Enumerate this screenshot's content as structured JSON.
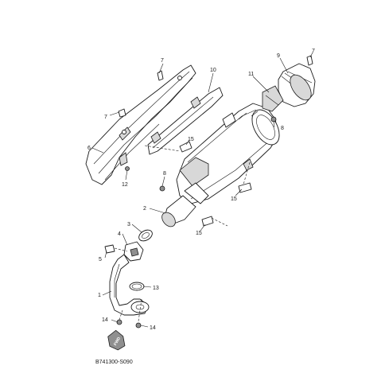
{
  "diagram": {
    "code": "B741300-S090",
    "arrow_label": "FWD",
    "callouts": [
      {
        "id": "c7a",
        "label": "7"
      },
      {
        "id": "c7b",
        "label": "7"
      },
      {
        "id": "c7c",
        "label": "7"
      },
      {
        "id": "c9",
        "label": "9"
      },
      {
        "id": "c10",
        "label": "10"
      },
      {
        "id": "c11",
        "label": "11"
      },
      {
        "id": "c6",
        "label": "6"
      },
      {
        "id": "c8a",
        "label": "8"
      },
      {
        "id": "c8b",
        "label": "8"
      },
      {
        "id": "c12",
        "label": "12"
      },
      {
        "id": "c15a",
        "label": "15"
      },
      {
        "id": "c15b",
        "label": "15"
      },
      {
        "id": "c15c",
        "label": "15"
      },
      {
        "id": "c2",
        "label": "2"
      },
      {
        "id": "c3",
        "label": "3"
      },
      {
        "id": "c4",
        "label": "4"
      },
      {
        "id": "c5",
        "label": "5"
      },
      {
        "id": "c13",
        "label": "13"
      },
      {
        "id": "c1",
        "label": "1"
      },
      {
        "id": "c14a",
        "label": "14"
      },
      {
        "id": "c14b",
        "label": "14"
      }
    ]
  }
}
